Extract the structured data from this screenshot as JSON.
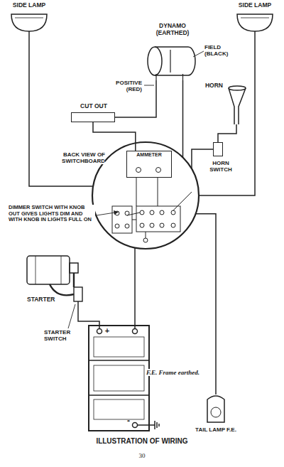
{
  "diagram": {
    "caption": "ILLUSTRATION OF WIRING",
    "nodes": [
      {
        "text": [
          "SIDE LAMP"
        ]
      },
      {
        "text": [
          "SIDE LAMP"
        ]
      },
      {
        "text": [
          "DYNAMO (EARTHED)"
        ]
      },
      {
        "text": [
          "CUT OUT"
        ]
      },
      {
        "text": [
          "HORN"
        ]
      },
      {
        "text": [
          "HORN SWITCH"
        ]
      },
      {
        "text": [
          "BACK VIEW OF SWITCHBOARD"
        ]
      },
      {
        "text": [
          "AMMETER"
        ],
        "in": 6
      },
      {
        "text": [
          "STARTER"
        ]
      },
      {
        "text": [
          "TAIL LAMP F.E."
        ]
      }
    ],
    "edges": [
      {
        "from": 0,
        "to": 6,
        "arrow": "none"
      },
      {
        "from": 1,
        "to": 6,
        "arrow": "none"
      },
      {
        "from": 2,
        "to": 3,
        "arrow": "none"
      },
      {
        "from": 2,
        "to": 6,
        "arrow": "none"
      },
      {
        "from": 3,
        "to": 7,
        "arrow": "none"
      },
      {
        "from": 4,
        "to": 5,
        "arrow": "none"
      },
      {
        "from": 5,
        "to": 6,
        "arrow": "none"
      },
      {
        "from": 6,
        "to": 9,
        "arrow": "none"
      }
    ],
    "labels": [
      "FIELD (BLACK)",
      "POSITIVE (RED)",
      "DIMMER SWITCH WITH KNOB OUT GIVES LIGHTS DIM AND WITH KNOB IN LIGHTS FULL ON",
      "STARTER SWITCH",
      "+",
      "-",
      "F.E. Frame earthed.",
      "30"
    ]
  }
}
